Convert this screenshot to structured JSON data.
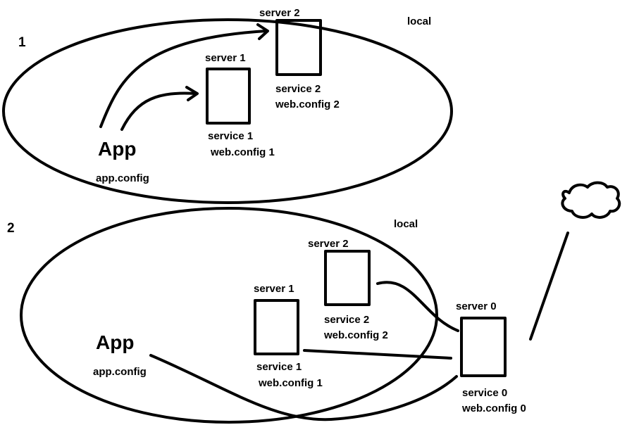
{
  "diagram_1": {
    "number": "1",
    "zone_label": "local",
    "app": {
      "name": "App",
      "config": "app.config"
    },
    "server_1": {
      "label": "server 1",
      "service": "service 1",
      "config": "web.config 1"
    },
    "server_2": {
      "label": "server 2",
      "service": "service 2",
      "config": "web.config 2"
    }
  },
  "diagram_2": {
    "number": "2",
    "zone_label": "local",
    "app": {
      "name": "App",
      "config": "app.config"
    },
    "server_1": {
      "label": "server 1",
      "service": "service 1",
      "config": "web.config 1"
    },
    "server_2": {
      "label": "server 2",
      "service": "service 2",
      "config": "web.config 2"
    },
    "server_0": {
      "label": "server 0",
      "service": "service 0",
      "config": "web.config 0"
    }
  },
  "colors": {
    "ink": "#000000",
    "background": "#ffffff"
  }
}
